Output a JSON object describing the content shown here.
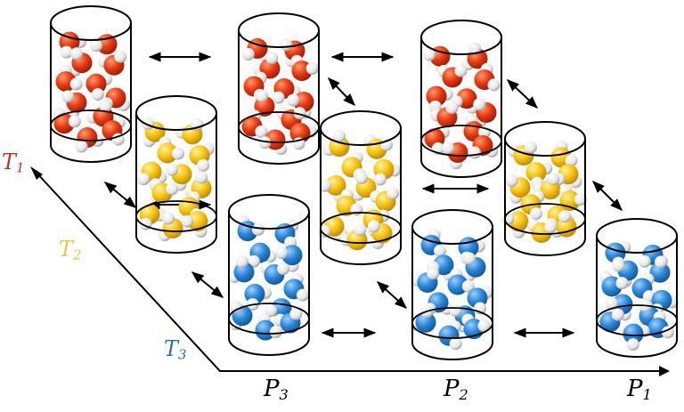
{
  "labels": {
    "t1": {
      "base": "T",
      "sub": "1",
      "color": "#b0392b"
    },
    "t2": {
      "base": "T",
      "sub": "2",
      "color": "#e8c547"
    },
    "t3": {
      "base": "T",
      "sub": "3",
      "color": "#2f6fb0"
    },
    "p3": {
      "base": "P",
      "sub": "3"
    },
    "p2": {
      "base": "P",
      "sub": "2"
    },
    "p1": {
      "base": "P",
      "sub": "1"
    }
  },
  "colors": {
    "t1_oxygen": "#e63a12",
    "t2_oxygen": "#f7c410",
    "t3_oxygen": "#2a86d9",
    "hydrogen": "#f2f2f2",
    "outline": "#000000"
  },
  "icons": {
    "cylinder": "cylinder-icon",
    "molecule": "water-molecule-icon",
    "arrow": "double-headed-arrow-icon"
  }
}
